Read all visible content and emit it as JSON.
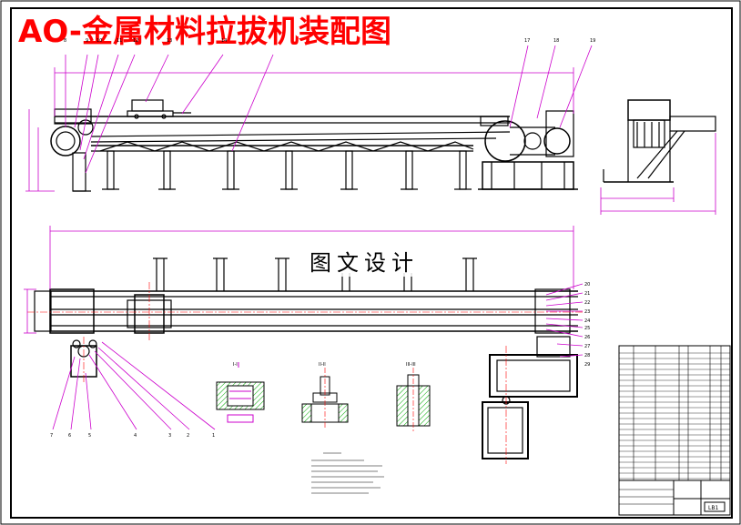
{
  "drawing": {
    "title": "AO-金属材料拉拔机装配图",
    "watermark": "图文设计",
    "colors": {
      "title": "#ff0000",
      "line": "#000000",
      "dimension": "#cc00cc",
      "centerline": "#ff0000",
      "hatch": "#00aa00"
    },
    "balloons_bottom_left": [
      "7",
      "6",
      "5",
      "4",
      "3",
      "2",
      "1"
    ],
    "balloons_right": [
      "20",
      "21",
      "22",
      "23",
      "24",
      "25",
      "26",
      "27",
      "28",
      "29"
    ],
    "balloons_top": [
      "8",
      "9",
      "10",
      "11",
      "12",
      "13",
      "14",
      "17",
      "18",
      "19"
    ],
    "sections": [
      "I-I",
      "II-II",
      "III-III"
    ],
    "scale_box": "LB1"
  }
}
